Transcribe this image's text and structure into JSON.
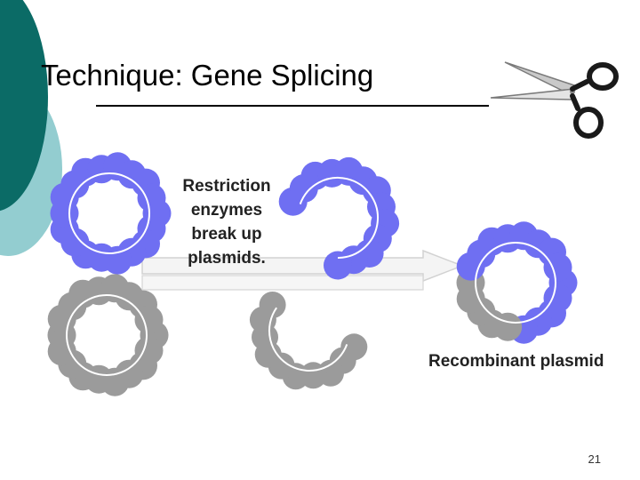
{
  "title": "Technique: Gene Splicing",
  "captions": {
    "restriction": "Restriction enzymes break up plasmids.",
    "recombinant": "Recombinant plasmid"
  },
  "slide_number": "21",
  "icons": {
    "scissors": "scissors-icon"
  },
  "colors": {
    "deco_dark": "#0b6b66",
    "deco_light": "#93cdd0",
    "plasmid_blue": "#6f6ff2",
    "plasmid_gray": "#9b9b9b",
    "arrow_fill": "#f4f4f4",
    "arrow_stroke": "#d2d2d2",
    "scissor_handle": "#1a1a1a"
  }
}
